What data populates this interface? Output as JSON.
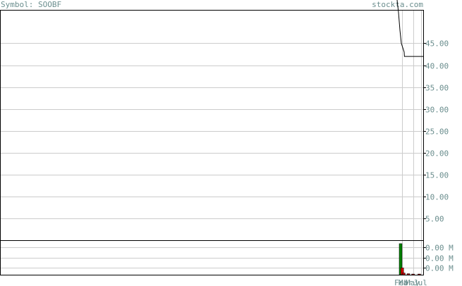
{
  "header": {
    "symbol_label": "Symbol: SOOBF",
    "brand": "stockta.com"
  },
  "colors": {
    "axis_text": "#6b8e8e",
    "grid": "#cccccc",
    "price_line": "#000000",
    "volume_up": "#008000",
    "volume_down": "#cc0000"
  },
  "chart_data": [
    {
      "type": "line",
      "title": "",
      "ylim": [
        0,
        52
      ],
      "yticks": [
        "45.00",
        "40.00",
        "35.00",
        "30.00",
        "25.00",
        "20.00",
        "15.00",
        "10.00",
        "5.00"
      ],
      "ytick_values": [
        45,
        40,
        35,
        30,
        25,
        20,
        15,
        10,
        5
      ],
      "x": [
        "Mar",
        "",
        "",
        "",
        "",
        "May",
        "",
        "",
        "",
        "",
        "",
        "",
        "",
        "",
        "",
        "",
        "Jul"
      ],
      "series": [
        {
          "values": [
            52,
            48,
            45,
            44,
            43,
            42,
            42,
            42,
            42,
            42,
            42,
            42,
            42,
            42,
            42,
            42,
            42
          ]
        }
      ],
      "grid": true
    },
    {
      "type": "bar",
      "title": "",
      "yticks": [
        "0.00 M",
        "0.00 M",
        "0.00 M"
      ],
      "ytick_values": [
        0.8,
        0.5,
        0.2
      ],
      "ylim": [
        0,
        1
      ],
      "bars": [
        {
          "x": 0,
          "value": 0.9,
          "color": "up"
        },
        {
          "x": 1,
          "value": 0.2,
          "color": "down"
        },
        {
          "x": 2,
          "value": 0.05,
          "color": "down"
        },
        {
          "x": 5,
          "value": 0.03,
          "color": "down"
        },
        {
          "x": 8,
          "value": 0.02,
          "color": "down"
        },
        {
          "x": 12,
          "value": 0.02,
          "color": "down"
        }
      ],
      "grid": true
    }
  ],
  "xaxis": {
    "labels": [
      "Feb",
      "Mar",
      "May",
      "Jul"
    ]
  }
}
